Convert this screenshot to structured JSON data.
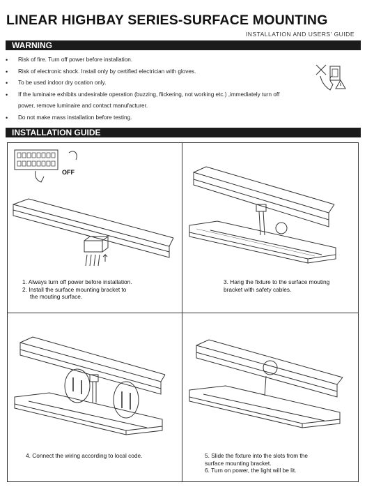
{
  "header": {
    "title": "LINEAR HIGHBAY SERIES-SURFACE MOUNTING",
    "subtitle": "INSTALLATION AND USERS' GUIDE"
  },
  "warning": {
    "heading": "WARNING",
    "items": [
      "Risk of fire. Turn off power before installation.",
      "Risk of electronic shock. Install only by certified electrician with gloves.",
      "To be used indoor dry ocation only.",
      "If the luminaire exhibits undesirable operation (buzzing, flickering, not working  etc.) ,immediately turn off",
      "power, remove luminaire and contact manufacturer.",
      "Do not make mass installation before testing."
    ]
  },
  "installation": {
    "heading": "INSTALLATION GUIDE",
    "off_label": "OFF",
    "steps": {
      "panel1": [
        "1. Always turn off power before installation.",
        "2. Install the surface mounting bracket to",
        "the mouting surface."
      ],
      "panel2": [
        "3. Hang the fixture to the surface mouting",
        "bracket with safety cables."
      ],
      "panel3": [
        "4. Connect the wiring according to local code."
      ],
      "panel4": [
        "5. Slide the fixture into the slots from the",
        "surface mounting bracket.",
        "6. Turn on power, the light will be lit."
      ]
    }
  }
}
